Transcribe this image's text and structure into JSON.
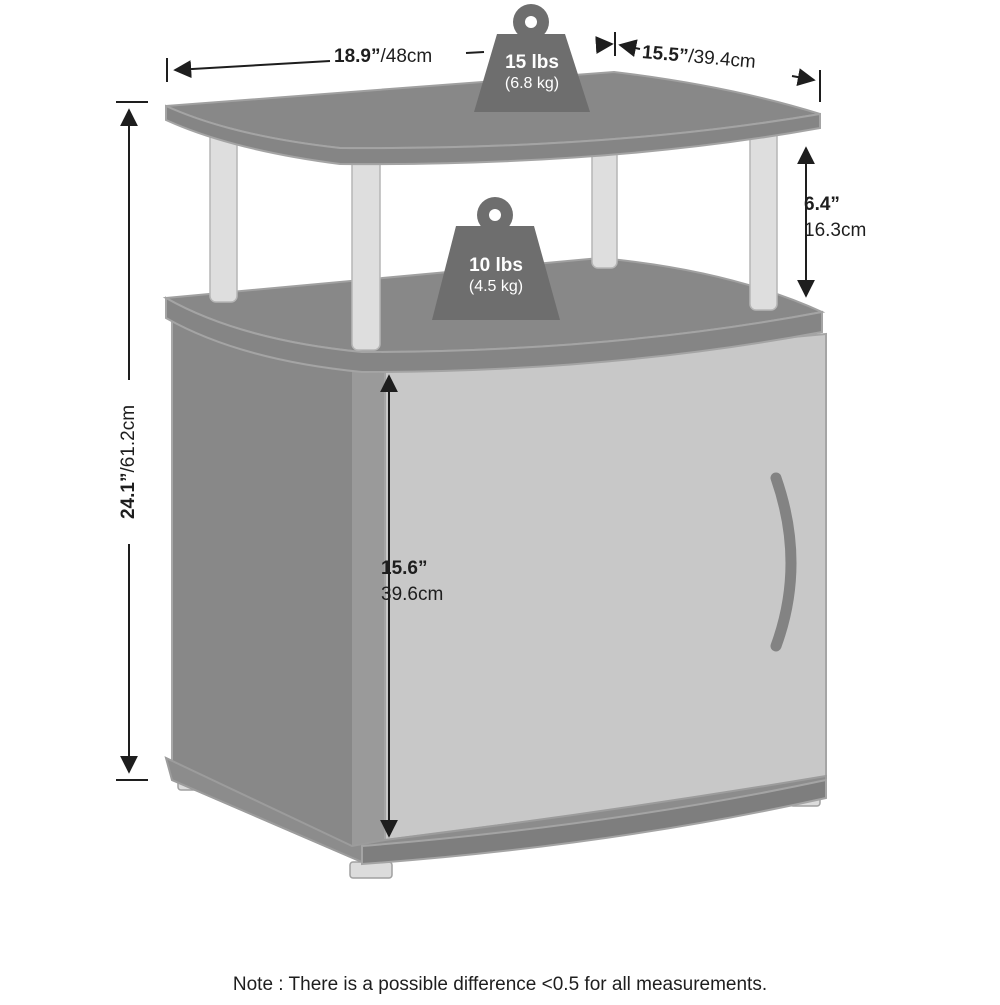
{
  "dimensions": {
    "width": {
      "imperial": "18.9”",
      "metric": "/48cm"
    },
    "depth": {
      "imperial": "15.5”",
      "metric": "/39.4cm"
    },
    "height": {
      "imperial": "24.1”",
      "metric": "/61.2cm"
    },
    "shelf_gap": {
      "imperial": "6.4”",
      "metric": "16.3cm"
    },
    "cabinet_height": {
      "imperial": "15.6”",
      "metric": "39.6cm"
    }
  },
  "weights": {
    "top": {
      "lbs": "15 lbs",
      "kg": "(6.8 kg)"
    },
    "middle": {
      "lbs": "10 lbs",
      "kg": "(4.5 kg)"
    }
  },
  "note": "Note : There is a possible difference <0.5 for all measurements.",
  "colors": {
    "body": "#888888",
    "door": "#c8c8c8",
    "posts": "#dedede",
    "weight_tag": "#6e6e6e",
    "outline": "#9a9a9a",
    "dimension_line": "#1e1e1e"
  }
}
